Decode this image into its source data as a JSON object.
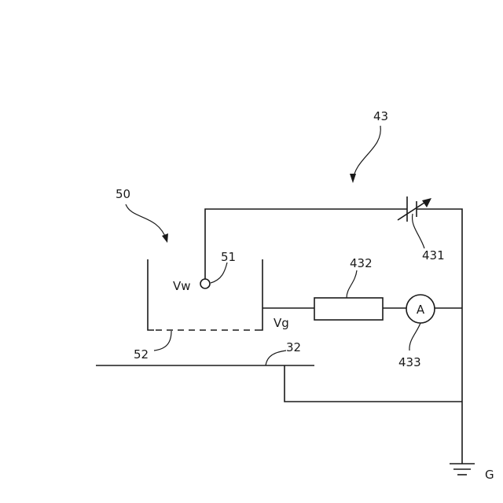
{
  "labels": {
    "ref_43": "43",
    "ref_50": "50",
    "ref_431": "431",
    "ref_432": "432",
    "ref_433": "433",
    "ref_51": "51",
    "ref_52": "52",
    "ref_32": "32",
    "vw": "Vw",
    "vg": "Vg",
    "ground": "G",
    "ammeter": "A"
  }
}
